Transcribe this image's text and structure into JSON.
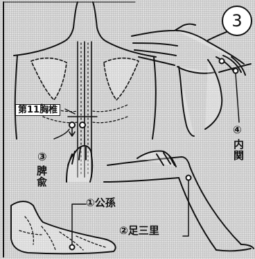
{
  "badge": "3",
  "labels": {
    "t11": "第11胸椎",
    "point1": "①公孫",
    "point2": "②足三里",
    "point3_num": "③",
    "point3_name": "脾兪",
    "point4_num": "④",
    "point4_name": "内関"
  },
  "colors": {
    "ink": "#111111",
    "paper": "#ffffff",
    "screen": "#d9d9d9"
  }
}
